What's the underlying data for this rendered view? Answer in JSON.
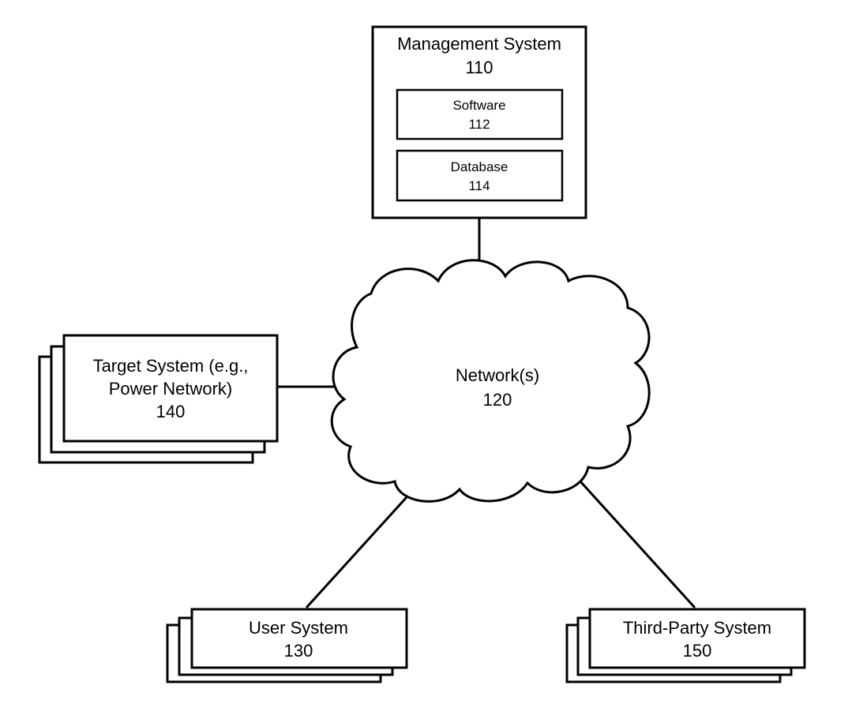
{
  "management_system": {
    "title": "Management System",
    "number": "110",
    "software": {
      "label": "Software",
      "number": "112"
    },
    "database": {
      "label": "Database",
      "number": "114"
    }
  },
  "network": {
    "label": "Network(s)",
    "number": "120"
  },
  "target_system": {
    "line1": "Target System (e.g.,",
    "line2": "Power Network)",
    "number": "140"
  },
  "user_system": {
    "label": "User System",
    "number": "130"
  },
  "third_party_system": {
    "label": "Third-Party System",
    "number": "150"
  },
  "colors": {
    "line": "#000000",
    "fill": "#ffffff"
  }
}
